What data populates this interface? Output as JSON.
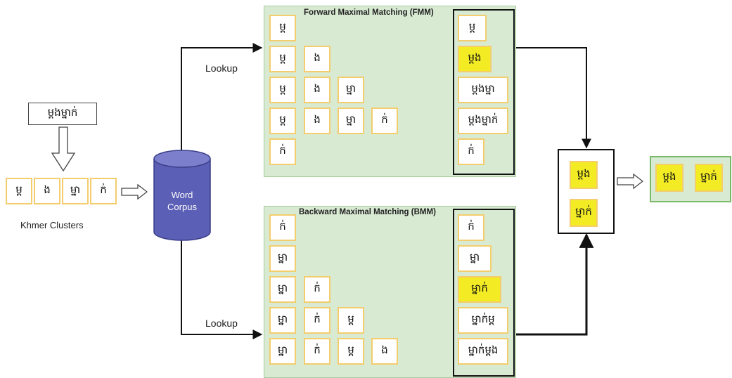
{
  "input_word": "ម្តងម្នាក់",
  "clusters": [
    "ម្ត",
    "ង",
    "ម្នា",
    "ក់"
  ],
  "clusters_label": "Khmer Clusters",
  "corpus_label_line1": "Word",
  "corpus_label_line2": "Corpus",
  "lookup_top": "Lookup",
  "lookup_bottom": "Lookup",
  "fmm": {
    "title": "Forward Maximal Matching (FMM)",
    "rows": [
      [
        "ម្ត"
      ],
      [
        "ម្ត",
        "ង"
      ],
      [
        "ម្ត",
        "ង",
        "ម្នា"
      ],
      [
        "ម្ត",
        "ង",
        "ម្នា",
        "ក់"
      ],
      [
        "ក់"
      ]
    ],
    "results": [
      "ម្ត",
      "ម្តង",
      "ម្តងម្នា",
      "ម្តងម្នាក់",
      "ក់"
    ],
    "highlighted": [
      1
    ]
  },
  "bmm": {
    "title": "Backward Maximal Matching (BMM)",
    "rows": [
      [
        "ក់"
      ],
      [
        "ម្នា"
      ],
      [
        "ម្នា",
        "ក់"
      ],
      [
        "ម្នា",
        "ក់",
        "ម្ត"
      ],
      [
        "ម្នា",
        "ក់",
        "ម្ត",
        "ង"
      ]
    ],
    "results": [
      "ក់",
      "ម្នា",
      "ម្នាក់",
      "ម្នាក់ម្ត",
      "ម្នាក់ម្តង"
    ],
    "highlighted": [
      2
    ]
  },
  "merged": [
    "ម្តង",
    "ម្នាក់"
  ],
  "final": [
    "ម្តង",
    "ម្នាក់"
  ],
  "colors": {
    "panel": "#d9ead3",
    "cluster_border": "#f3cd6e",
    "highlight": "#f3ec25",
    "corpus": "#5b5fb5",
    "scan_arrow": "#7a1a1a"
  }
}
